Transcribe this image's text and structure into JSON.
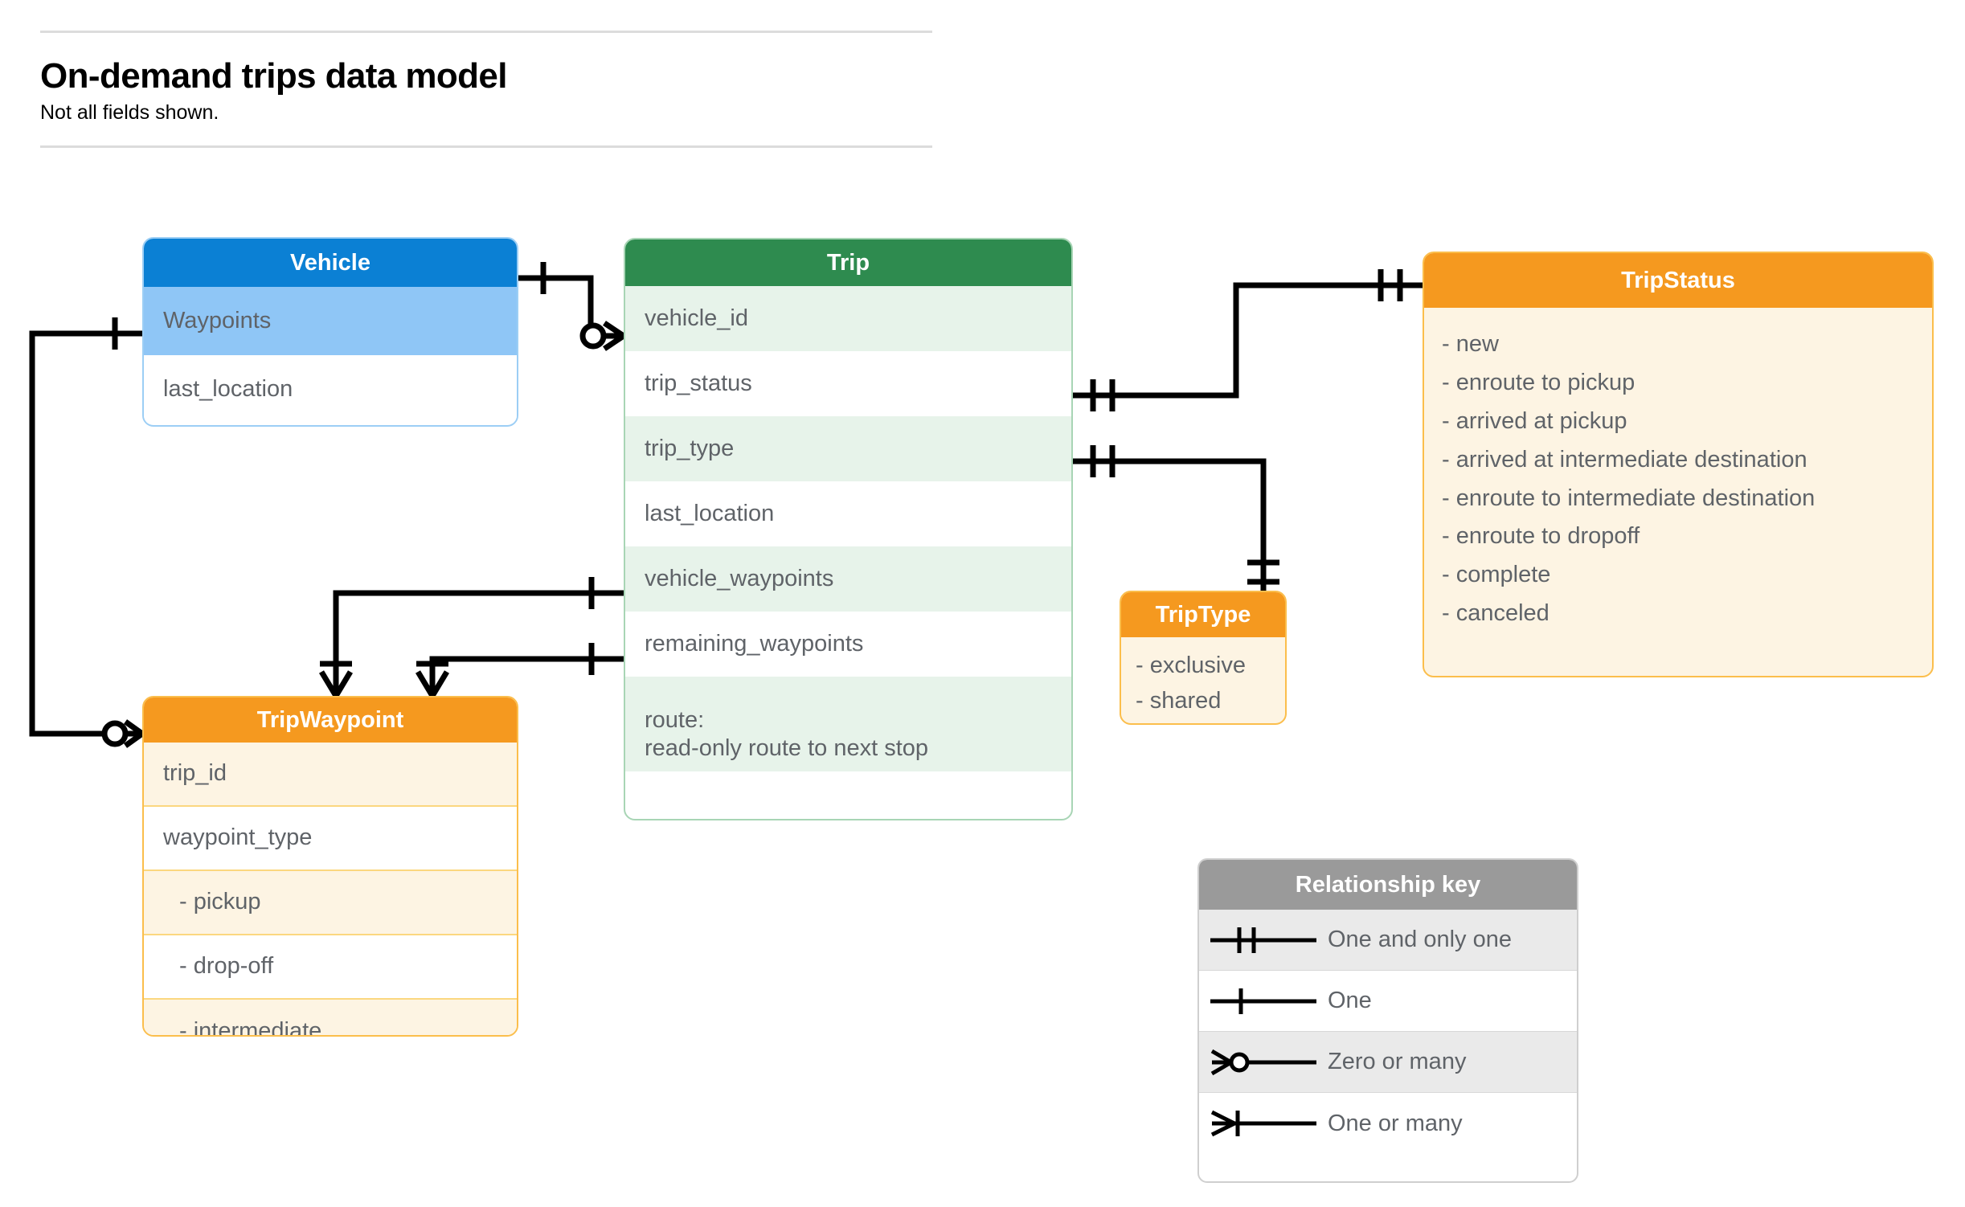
{
  "header": {
    "title": "On-demand trips data model",
    "subtitle": "Not all fields shown."
  },
  "colors": {
    "vehicle_header": "#0b80d4",
    "vehicle_key_row": "#8fc6f6",
    "vehicle_border": "#9ccef5",
    "trip_header": "#2e8b4f",
    "trip_row_alt": "#e7f3ea",
    "trip_border": "#a8d5b5",
    "orange_header": "#f5991f",
    "orange_body": "#fdf4e3",
    "orange_border": "#fbbe4c",
    "key_header": "#9a9a9a",
    "key_row_shade": "#eaeaea",
    "text": "#5f6368",
    "connector": "#000000"
  },
  "entities": {
    "vehicle": {
      "name": "Vehicle",
      "fields": [
        {
          "label": "Waypoints"
        },
        {
          "label": "last_location"
        }
      ]
    },
    "trip": {
      "name": "Trip",
      "fields": [
        {
          "label": "vehicle_id"
        },
        {
          "label": "trip_status"
        },
        {
          "label": "trip_type"
        },
        {
          "label": "last_location"
        },
        {
          "label": "vehicle_waypoints"
        },
        {
          "label": "remaining_waypoints"
        }
      ],
      "route_field": {
        "line1": "route:",
        "line2": "read-only route to next stop"
      }
    },
    "trip_status": {
      "name": "TripStatus",
      "values": [
        "- new",
        "- enroute to pickup",
        "- arrived at pickup",
        "- arrived at intermediate destination",
        "- enroute to intermediate destination",
        "- enroute to dropoff",
        "- complete",
        "- canceled"
      ]
    },
    "trip_type": {
      "name": "TripType",
      "values": [
        "- exclusive",
        "- shared"
      ]
    },
    "trip_waypoint": {
      "name": "TripWaypoint",
      "fields": [
        {
          "label": "trip_id"
        },
        {
          "label": "waypoint_type"
        },
        {
          "label": "-  pickup"
        },
        {
          "label": "-  drop-off"
        },
        {
          "label": "-  intermediate"
        }
      ]
    }
  },
  "relationship_key": {
    "title": "Relationship key",
    "rows": [
      {
        "symbol": "one-and-only-one-icon",
        "label": "One and only one"
      },
      {
        "symbol": "one-icon",
        "label": "One"
      },
      {
        "symbol": "zero-or-many-icon",
        "label": "Zero or many"
      },
      {
        "symbol": "one-or-many-icon",
        "label": "One or many"
      }
    ]
  },
  "relationships": [
    {
      "from": "Vehicle",
      "from_card": "one",
      "to": "Trip.vehicle_id",
      "to_card": "zero-or-many"
    },
    {
      "from": "Vehicle.Waypoints",
      "from_card": "one",
      "to": "TripWaypoint",
      "to_card": "zero-or-many"
    },
    {
      "from": "Trip.trip_status",
      "from_card": "one-and-only-one",
      "to": "TripStatus",
      "to_card": "one-and-only-one"
    },
    {
      "from": "Trip.trip_type",
      "from_card": "one-and-only-one",
      "to": "TripType",
      "to_card": "one-and-only-one"
    },
    {
      "from": "Trip.vehicle_waypoints",
      "from_card": "one",
      "to": "TripWaypoint",
      "to_card": "one-or-many"
    },
    {
      "from": "Trip.remaining_waypoints",
      "from_card": "one",
      "to": "TripWaypoint",
      "to_card": "one-or-many"
    }
  ]
}
